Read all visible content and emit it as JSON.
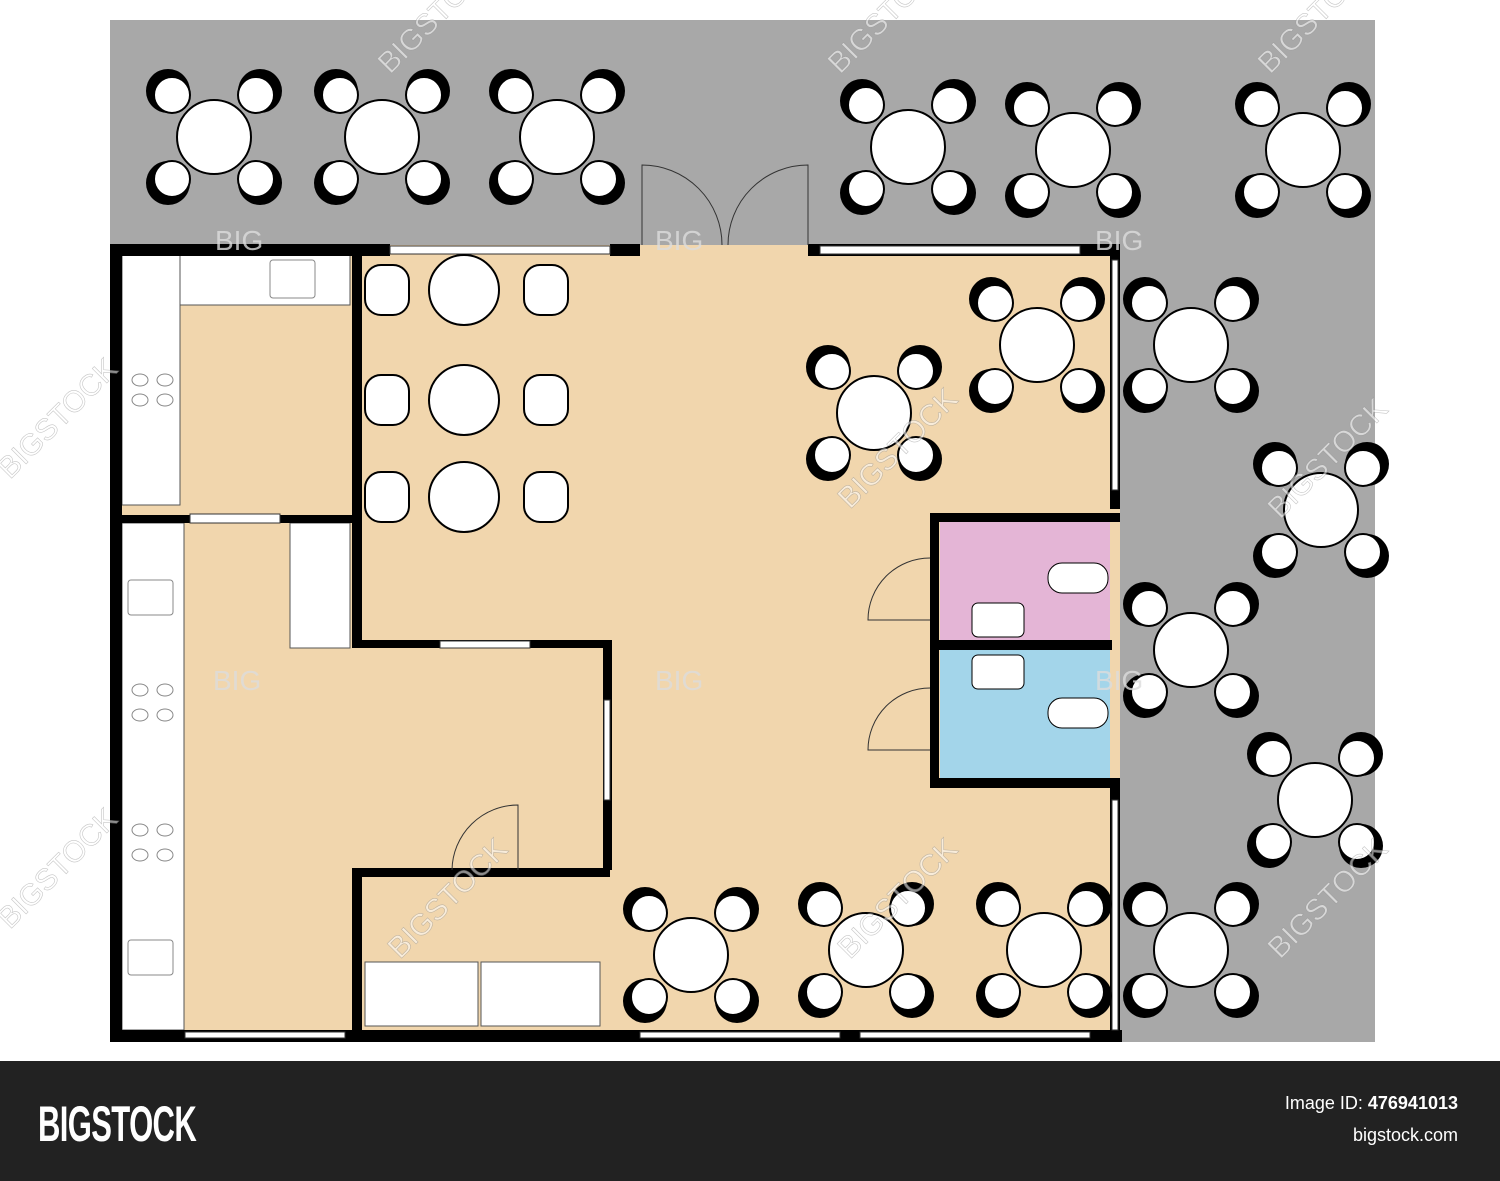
{
  "watermark": {
    "short": "BIG",
    "full": "BIGSTOCK"
  },
  "footer": {
    "logo": "BIGSTOCK",
    "image_id_label": "Image ID:",
    "image_id": "476941013",
    "site": "bigstock.com"
  },
  "colors": {
    "terrace": "#a8a8a8",
    "floor": "#f1d6ad",
    "restroom_pink": "#e4b5d6",
    "restroom_blue": "#a3d5ea",
    "wall": "#000000",
    "bar": "#222222"
  }
}
